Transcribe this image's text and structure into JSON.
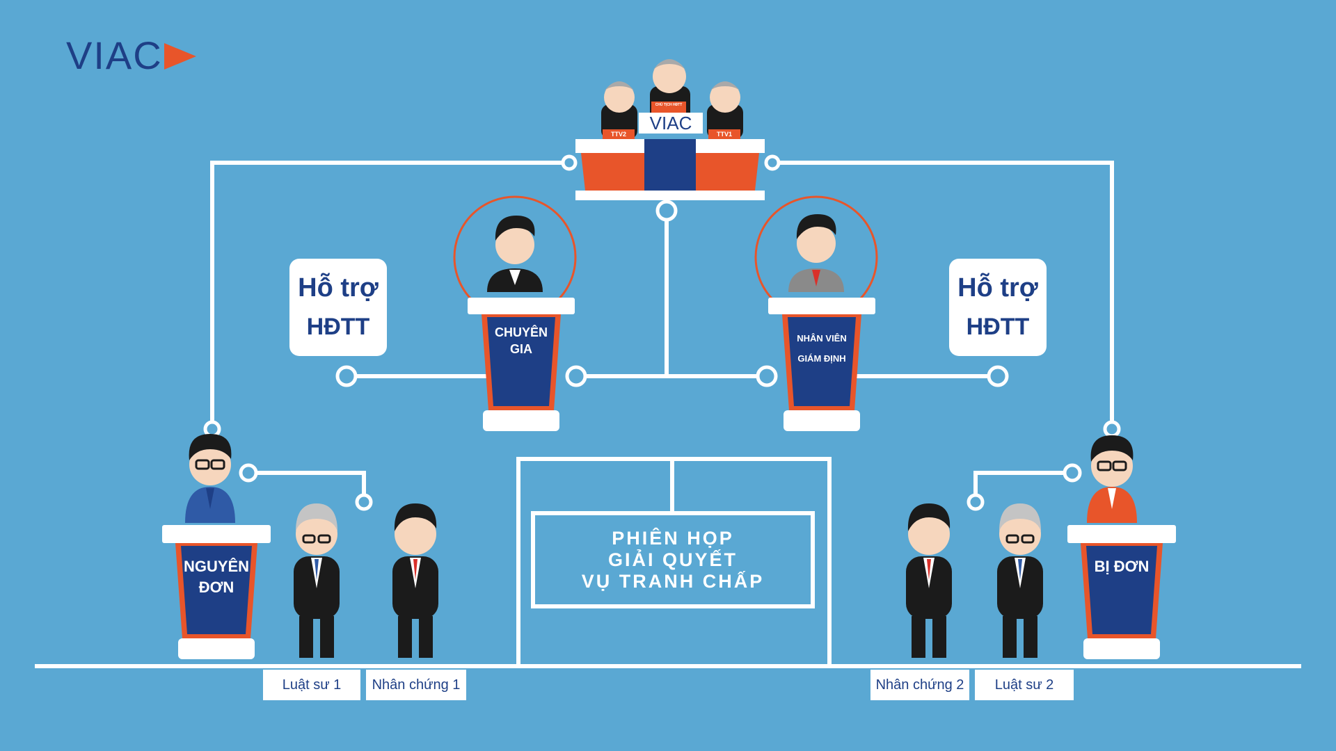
{
  "logo": {
    "text": "VIAC",
    "play_icon": "play-triangle-icon"
  },
  "tribunal": {
    "nameplate": "VIAC",
    "left_badge": "TTV2",
    "right_badge": "TTV1",
    "center_badge": "CHỦ TỊCH HĐTT"
  },
  "support_left": {
    "line1": "Hỗ trợ",
    "line2": "HĐTT"
  },
  "support_right": {
    "line1": "Hỗ trợ",
    "line2": "HĐTT"
  },
  "expert": {
    "line1": "CHUYÊN",
    "line2": "GIA"
  },
  "examiner": {
    "line1": "NHÂN VIÊN",
    "line2": "GIÁM ĐỊNH"
  },
  "claimant": {
    "line1": "NGUYÊN",
    "line2": "ĐƠN"
  },
  "respondent": {
    "line1": "BỊ ĐƠN"
  },
  "session": {
    "line1": "PHIÊN HỌP",
    "line2": "GIẢI QUYẾT",
    "line3": "VỤ TRANH CHẤP"
  },
  "tags": {
    "lawyer1": "Luật sư 1",
    "witness1": "Nhân chứng 1",
    "witness2": "Nhân chứng 2",
    "lawyer2": "Luật sư 2"
  },
  "colors": {
    "background": "#5aa8d3",
    "navy": "#1e3f86",
    "orange": "#e8552a",
    "line": "#ffffff"
  }
}
